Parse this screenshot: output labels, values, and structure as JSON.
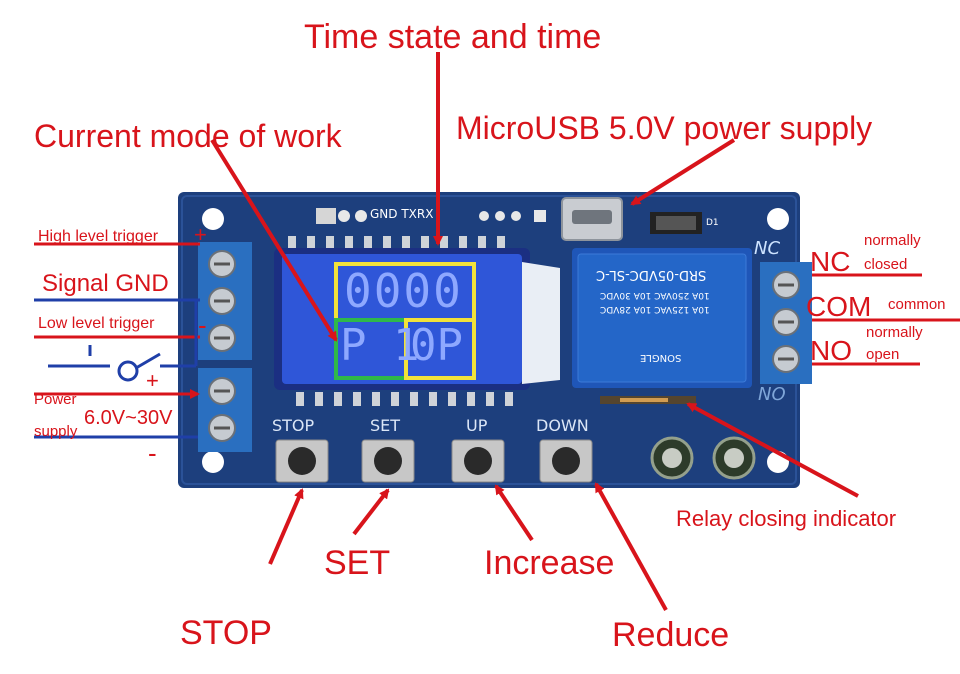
{
  "colors": {
    "annotation_red": "#d8141b",
    "pcb_blue": "#1d3f7d",
    "lcd_blue": "#2f56d8",
    "highlight_yellow": "#f2e23a",
    "highlight_green": "#2fb84a",
    "wire_blue": "#1f3fa8",
    "terminal_blue": "#2a6fc0"
  },
  "annotations": {
    "time_state": "Time state and time",
    "current_mode": "Current mode of work",
    "usb_power": "MicroUSB 5.0V power supply",
    "high_trigger": "High level trigger",
    "signal_gnd": "Signal GND",
    "low_trigger": "Low level trigger",
    "power": "Power",
    "supply": "supply",
    "voltage": "6.0V~30V",
    "nc": "NC",
    "nc_desc_top": "normally",
    "nc_desc_bottom": "closed",
    "com": "COM",
    "com_desc": "common",
    "no": "NO",
    "no_desc_top": "normally",
    "no_desc_bottom": "open",
    "relay_indicator": "Relay closing indicator",
    "stop": "STOP",
    "set": "SET",
    "increase": "Increase",
    "reduce": "Reduce",
    "plus": "+",
    "minus": "-"
  },
  "board": {
    "header_label": "GND TXRX",
    "d1_label": "D1",
    "nc_label": "NC",
    "no_label": "NO",
    "buttons": [
      "STOP",
      "SET",
      "UP",
      "DOWN"
    ],
    "lcd_top": "0000",
    "lcd_bottom_left": "P 1",
    "lcd_bottom_right": "0P",
    "relay_lines": [
      "SRD-05VDC-SL-C",
      "10A 250VAC 10A 30VDC",
      "10A 125VAC 10A 28VDC",
      "SONGLE"
    ]
  }
}
